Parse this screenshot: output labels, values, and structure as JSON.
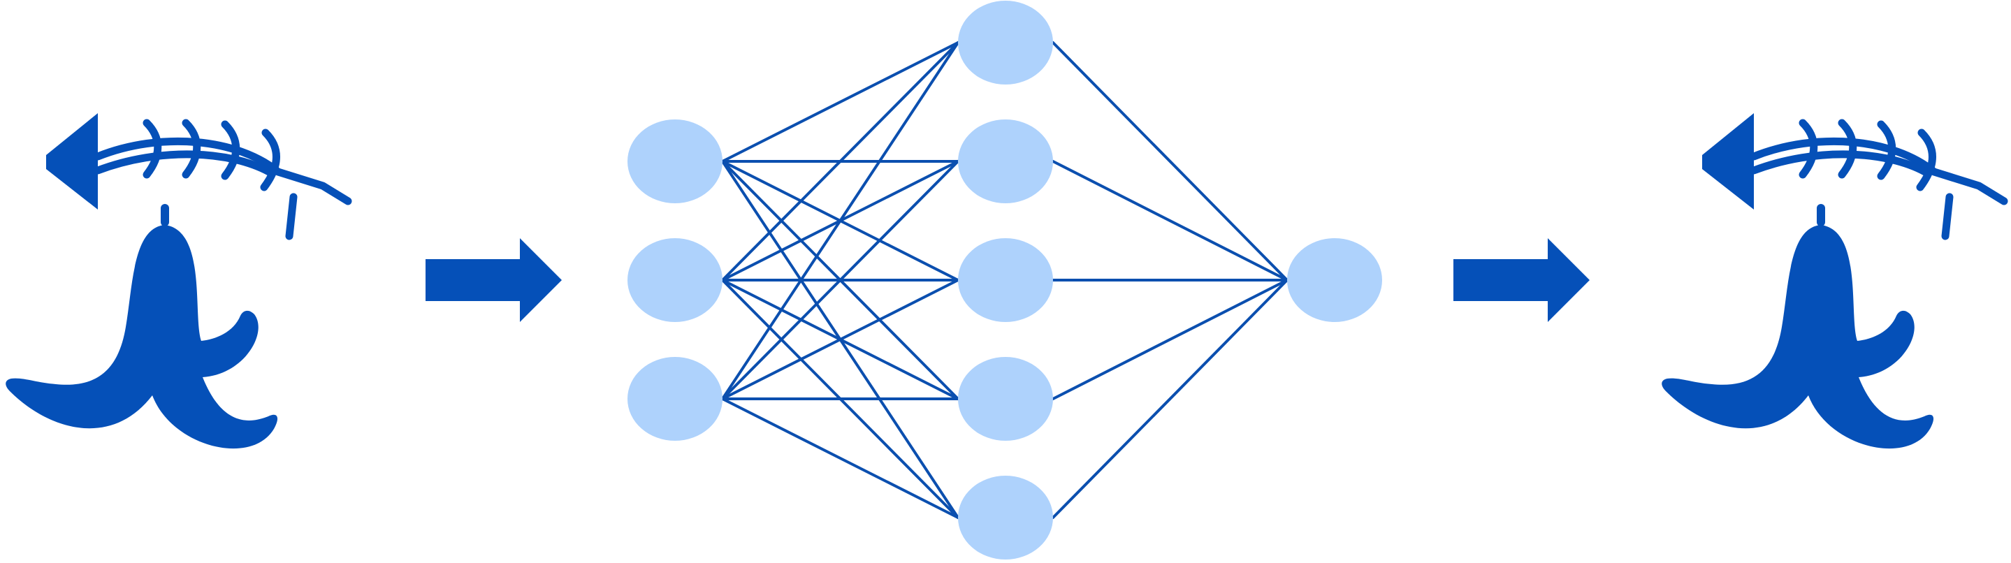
{
  "diagram": {
    "colors": {
      "node_fill": "#AED2FC",
      "edge_stroke": "#0B4FAF",
      "glyph_fill": "#0550B8",
      "arrow_fill": "#0550B8",
      "background": "#FFFFFF"
    },
    "left_symbol": {
      "icon": "gesture-glyph-icon"
    },
    "right_symbol": {
      "icon": "gesture-glyph-icon"
    },
    "arrows": [
      {
        "icon": "arrow-right-icon"
      },
      {
        "icon": "arrow-right-icon"
      }
    ],
    "network": {
      "layers": [
        3,
        5,
        1
      ],
      "fully_connected": true
    }
  }
}
